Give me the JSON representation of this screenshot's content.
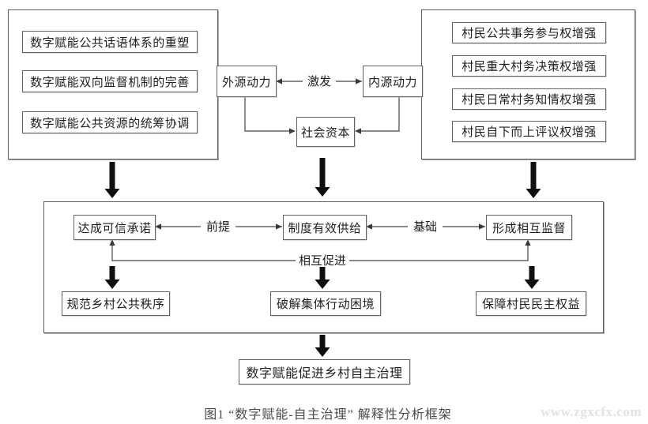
{
  "colors": {
    "background": "#ffffff",
    "box_border": "#636363",
    "panel_border": "#5d5d5d",
    "text": "#1f1f1f",
    "connector_line": "#444444",
    "thick_arrow": "#0f0f0f",
    "caption_text": "#4a4a4a",
    "watermark_text": "#e2e2df"
  },
  "left_panel": {
    "items": [
      "数字赋能公共话语体系的重塑",
      "数字赋能双向监督机制的完善",
      "数字赋能公共资源的统筹协调"
    ]
  },
  "right_panel": {
    "items": [
      "村民公共事务参与权增强",
      "村民重大村务决策权增强",
      "村民日常村务知情权增强",
      "村民自下而上评议权增强"
    ]
  },
  "dynamics": {
    "external": "外源动力",
    "internal": "内源动力",
    "stimulate": "激发",
    "social_capital": "社会资本"
  },
  "core": {
    "credible_commitment": "达成可信承诺",
    "institution_supply": "制度有效供给",
    "mutual_supervision": "形成相互监督",
    "premise": "前提",
    "basis": "基础",
    "mutual_promotion": "相互促进",
    "order": "规范乡村公共秩序",
    "collective_action": "破解集体行动困境",
    "democratic_rights": "保障村民民主权益"
  },
  "outcome": {
    "label": "数字赋能促进乡村自主治理"
  },
  "caption": "图1 “数字赋能-自主治理” 解释性分析框架",
  "watermark": "www.zgxcfx.com"
}
